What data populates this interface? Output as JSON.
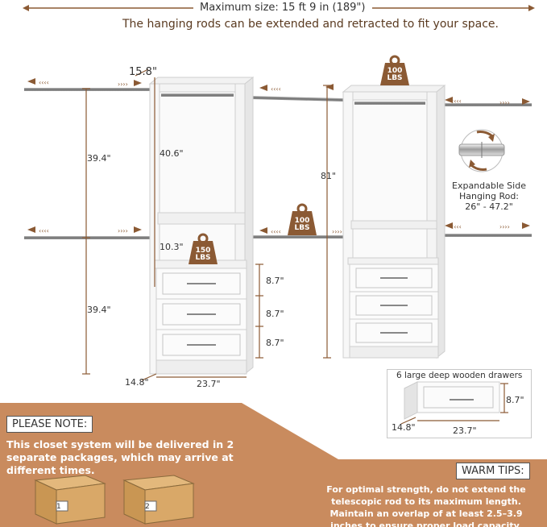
{
  "header": {
    "max_size": "Maximum size: 15 ft 9 in (189\")",
    "subtitle": "The hanging rods can be extended and retracted to fit your space."
  },
  "dimensions": {
    "depth_top": "15.8\"",
    "rod_spacing_upper": "39.4\"",
    "rod_spacing_lower": "39.4\"",
    "upper_opening": "40.6\"",
    "shelf_gap": "10.3\"",
    "total_height": "81\"",
    "drawer_1": "8.7\"",
    "drawer_2": "8.7\"",
    "drawer_3": "8.7\"",
    "base_depth": "14.8\"",
    "base_width": "23.7\""
  },
  "weights": {
    "top_tower": {
      "value": "100",
      "unit": "LBS"
    },
    "middle_rod": {
      "value": "100",
      "unit": "LBS"
    },
    "shelf": {
      "value": "150",
      "unit": "LBS"
    }
  },
  "rod_callout": {
    "line1": "Expandable Side",
    "line2": "Hanging Rod:",
    "line3": "26\" - 47.2\""
  },
  "drawer_detail": {
    "title": "6 large deep wooden drawers",
    "height": "8.7\"",
    "depth": "14.8\"",
    "width": "23.7\""
  },
  "please_note": {
    "label": "PLEASE NOTE:",
    "text": "This closet system will be delivered in 2 separate packages, which may arrive at different times.",
    "box1": "1",
    "box2": "2"
  },
  "warm_tips": {
    "label": "WARM TIPS:",
    "text": "For optimal strength, do not extend the telescopic rod to its maximum length. Maintain an overlap of at least 2.5–3.9 inches to ensure proper load capacity."
  },
  "colors": {
    "accent_brown": "#8B5A34",
    "panel_tan": "#C98B5E",
    "rod_gray": "#8a8a8a"
  }
}
